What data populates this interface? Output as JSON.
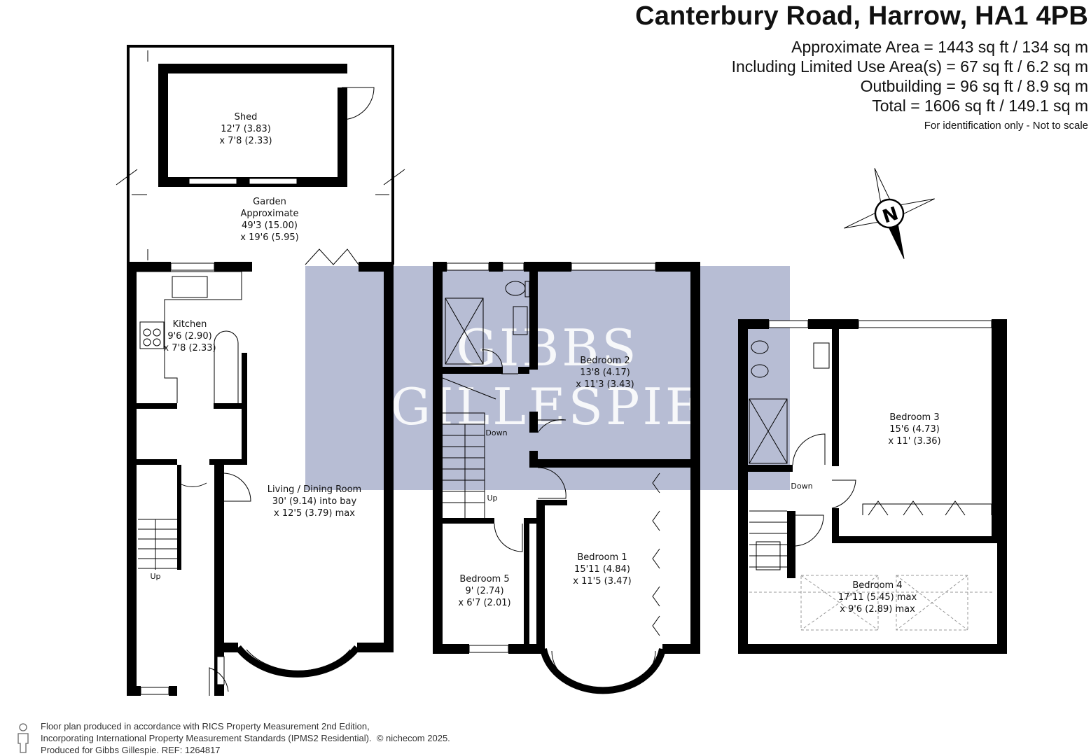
{
  "header": {
    "title": "Canterbury Road, Harrow, HA1 4PB",
    "area_lines": [
      "Approximate Area = 1443 sq ft / 134 sq m",
      "Including Limited Use Area(s) = 67 sq ft / 6.2 sq m",
      "Outbuilding = 96 sq ft / 8.9 sq m",
      "Total = 1606 sq ft / 149.1 sq m"
    ],
    "note": "For identification only - Not to scale"
  },
  "compass": {
    "label": "N",
    "icon": "compass-icon"
  },
  "watermark": {
    "line1": "GIBBS",
    "line2": "GILLESPIE",
    "color": "#aab2cc"
  },
  "rooms": {
    "shed": {
      "name": "Shed",
      "dim1": "12'7 (3.83)",
      "dim2": "x 7'8 (2.33)"
    },
    "garden": {
      "name": "Garden",
      "sub": "Approximate",
      "dim1": "49'3 (15.00)",
      "dim2": "x 19'6 (5.95)"
    },
    "kitchen": {
      "name": "Kitchen",
      "dim1": "9'6 (2.90)",
      "dim2": "x 7'8 (2.33)"
    },
    "living": {
      "name": "Living / Dining Room",
      "dim1": "30' (9.14) into bay",
      "dim2": "x 12'5 (3.79) max"
    },
    "bedroom2": {
      "name": "Bedroom 2",
      "dim1": "13'8 (4.17)",
      "dim2": "x 11'3 (3.43)"
    },
    "bedroom1": {
      "name": "Bedroom 1",
      "dim1": "15'11 (4.84)",
      "dim2": "x 11'5 (3.47)"
    },
    "bedroom5": {
      "name": "Bedroom 5",
      "dim1": "9' (2.74)",
      "dim2": "x 6'7 (2.01)"
    },
    "bedroom3": {
      "name": "Bedroom 3",
      "dim1": "15'6 (4.73)",
      "dim2": "x 11' (3.36)"
    },
    "bedroom4": {
      "name": "Bedroom 4",
      "dim1": "17'11 (5.45) max",
      "dim2": "x 9'6 (2.89) max"
    }
  },
  "stairs": {
    "up": "Up",
    "down": "Down"
  },
  "footer": {
    "lines": [
      "Floor plan produced in accordance with RICS Property Measurement 2nd Edition,",
      "Incorporating International Property Measurement Standards (IPMS2 Residential).",
      "Produced for Gibbs Gillespie.   REF: 1264817"
    ],
    "copyright": "© nichecom 2025."
  }
}
